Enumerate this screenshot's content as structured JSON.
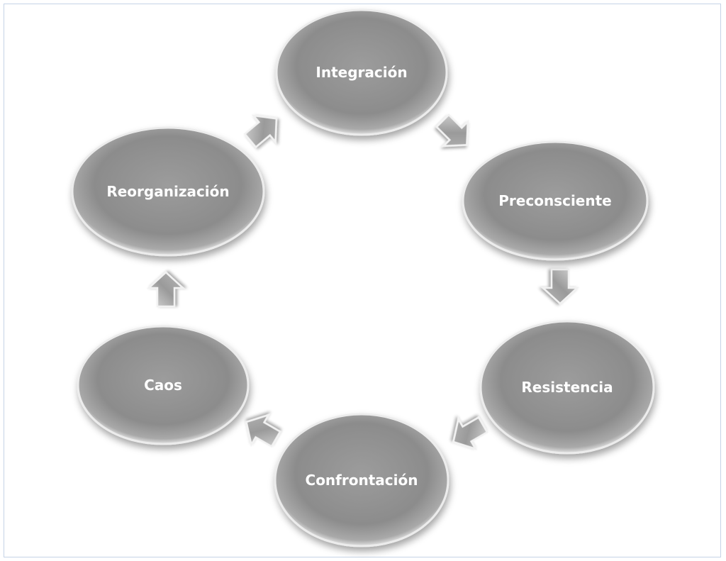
{
  "diagram": {
    "type": "cycle",
    "colors": {
      "node_fill": "#8f8f8f",
      "node_rim": "#e8e8e8",
      "arrow_fill": "#9a9a9a",
      "label": "#ffffff",
      "frame": "#c5d3e6"
    },
    "nodes": [
      {
        "id": "integracion",
        "label": "Integración"
      },
      {
        "id": "preconsciente",
        "label": "Preconsciente"
      },
      {
        "id": "resistencia",
        "label": "Resistencia"
      },
      {
        "id": "confrontacion",
        "label": "Confrontación"
      },
      {
        "id": "caos",
        "label": "Caos"
      },
      {
        "id": "reorganizacion",
        "label": "Reorganización"
      }
    ],
    "edges": [
      {
        "from": "integracion",
        "to": "preconsciente"
      },
      {
        "from": "preconsciente",
        "to": "resistencia"
      },
      {
        "from": "resistencia",
        "to": "confrontacion"
      },
      {
        "from": "confrontacion",
        "to": "caos"
      },
      {
        "from": "caos",
        "to": "reorganizacion"
      },
      {
        "from": "reorganizacion",
        "to": "integracion"
      }
    ]
  }
}
